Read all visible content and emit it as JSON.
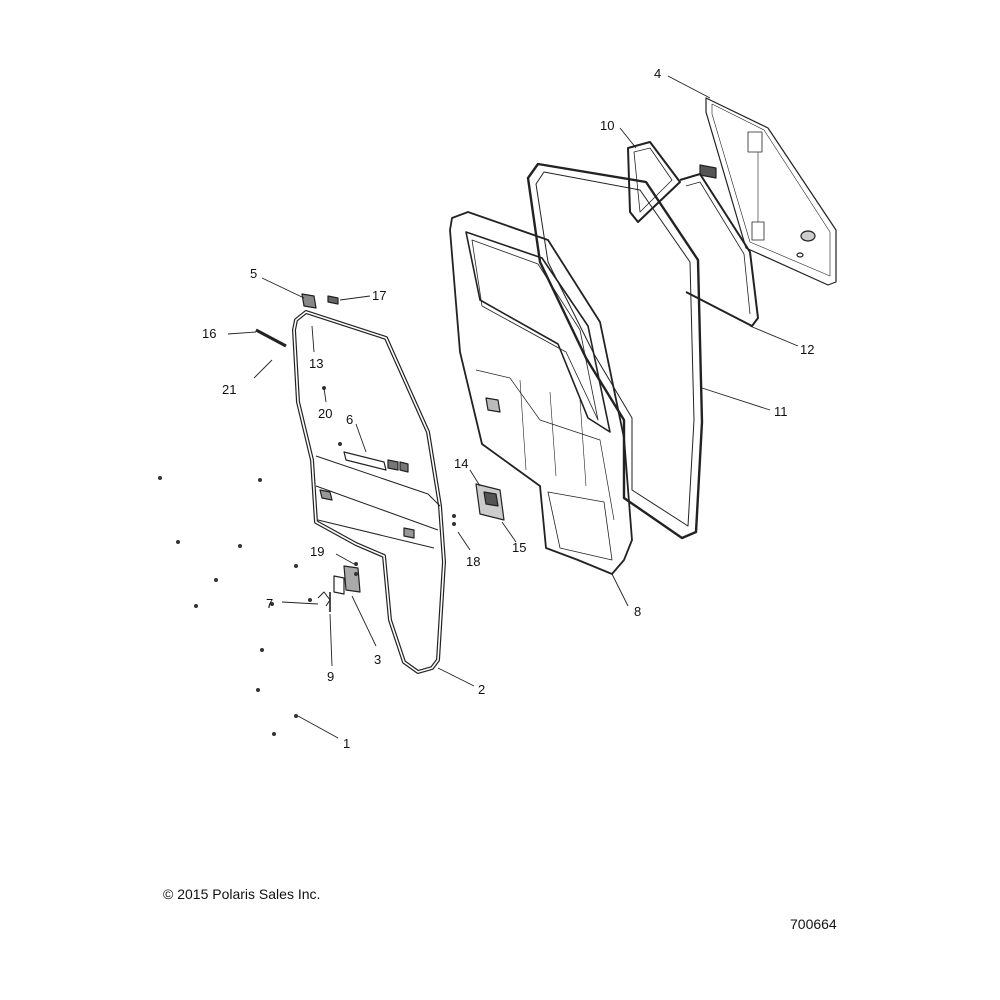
{
  "diagram": {
    "callouts": {
      "c1": "1",
      "c2": "2",
      "c3": "3",
      "c4": "4",
      "c5": "5",
      "c6": "6",
      "c7": "7",
      "c8": "8",
      "c9": "9",
      "c10": "10",
      "c11": "11",
      "c12": "12",
      "c13": "13",
      "c14": "14",
      "c15": "15",
      "c16": "16",
      "c17": "17",
      "c18": "18",
      "c19": "19",
      "c20": "20",
      "c21": "21"
    }
  },
  "footer": {
    "copyright": "© 2015 Polaris Sales Inc.",
    "drawing_number": "700664"
  }
}
